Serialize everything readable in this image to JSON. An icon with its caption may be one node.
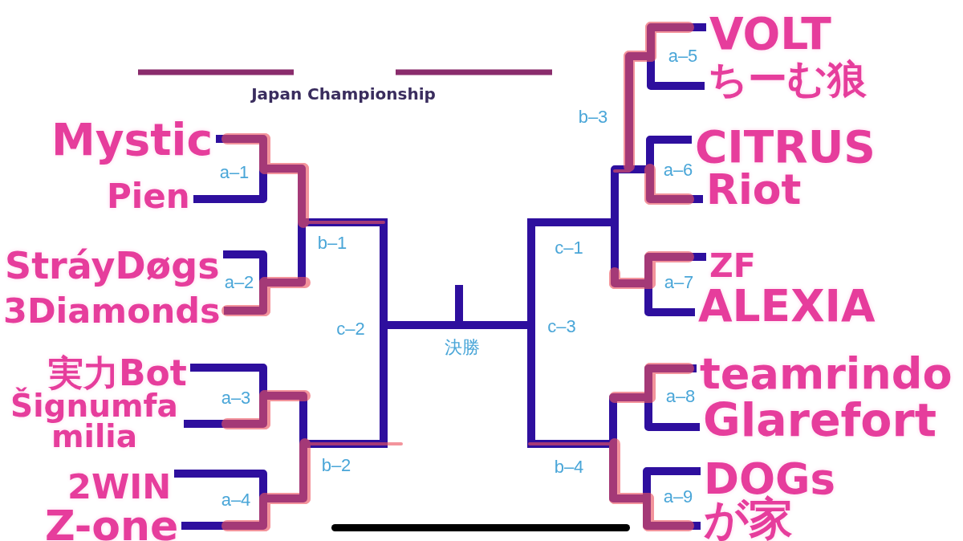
{
  "diagram": {
    "title": "Japan Championship",
    "nodes": [
      {
        "text": [
          "Mystic"
        ]
      },
      {
        "text": [
          "Pien"
        ]
      },
      {
        "text": [
          "StráyDøgs"
        ]
      },
      {
        "text": [
          "3Diamonds"
        ]
      },
      {
        "text": [
          "実力Bot"
        ]
      },
      {
        "text": [
          "Šignumfa milia"
        ]
      },
      {
        "text": [
          "2WIN"
        ]
      },
      {
        "text": [
          "Z-one"
        ]
      },
      {
        "text": [
          "VOLT"
        ]
      },
      {
        "text": [
          "ちーむ狼"
        ]
      },
      {
        "text": [
          "CITRUS"
        ]
      },
      {
        "text": [
          "Riot"
        ]
      },
      {
        "text": [
          "ZF"
        ]
      },
      {
        "text": [
          "ALEXIA"
        ]
      },
      {
        "text": [
          "teamrindo"
        ]
      },
      {
        "text": [
          "Glarefort"
        ]
      },
      {
        "text": [
          "DOGs"
        ]
      },
      {
        "text": [
          "が家"
        ]
      }
    ],
    "edges": [
      {
        "from": 0,
        "to": 1,
        "arrow": "none",
        "label": "a–1"
      },
      {
        "from": 2,
        "to": 3,
        "arrow": "none",
        "label": "a–2"
      },
      {
        "from": 4,
        "to": 5,
        "arrow": "none",
        "label": "a–3"
      },
      {
        "from": 6,
        "to": 7,
        "arrow": "none",
        "label": "a–4"
      },
      {
        "from": 8,
        "to": 9,
        "arrow": "none",
        "label": "a–5"
      },
      {
        "from": 10,
        "to": 11,
        "arrow": "none",
        "label": "a–6"
      },
      {
        "from": 12,
        "to": 13,
        "arrow": "none",
        "label": "a–7"
      },
      {
        "from": 14,
        "to": 15,
        "arrow": "none",
        "label": "a–8"
      },
      {
        "from": 16,
        "to": 17,
        "arrow": "none",
        "label": "a–9"
      }
    ],
    "labels": [
      "b–3",
      "b–1",
      "c–1",
      "c–2",
      "c–3",
      "決勝",
      "b–2",
      "b–4"
    ]
  }
}
